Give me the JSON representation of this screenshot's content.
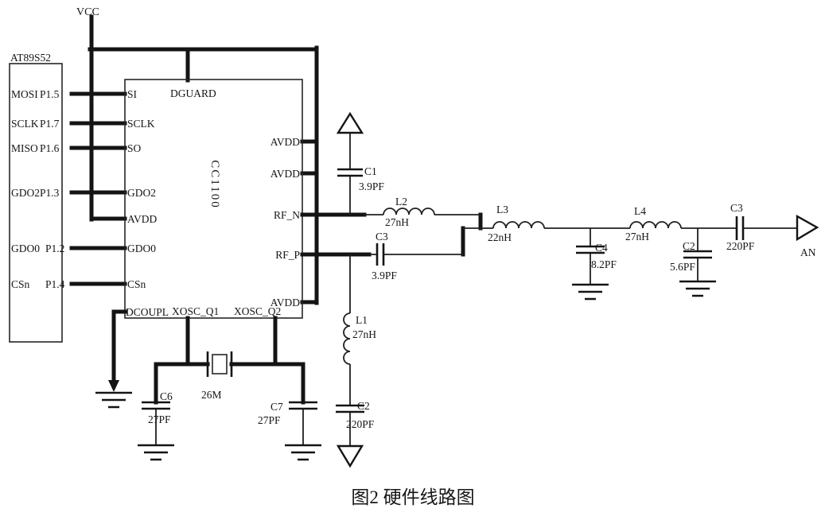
{
  "caption": "图2 硬件线路图",
  "power": {
    "vcc_label": "VCC"
  },
  "mcu": {
    "title": "AT89S52",
    "pins": [
      {
        "name": "MOSI",
        "port": "P1.5"
      },
      {
        "name": "SCLK",
        "port": "P1.7"
      },
      {
        "name": "MISO",
        "port": "P1.6"
      },
      {
        "name": "GDO2",
        "port": "P1.3"
      },
      {
        "name": "GDO0",
        "port": "P1.2"
      },
      {
        "name": "CSn",
        "port": "P1.4"
      }
    ]
  },
  "rf_ic": {
    "title": "CC1100",
    "left_pins": {
      "si": "SI",
      "sclk": "SCLK",
      "so": "SO",
      "gdo2": "GDO2",
      "avdd": "AVDD",
      "gdo0": "GDO0",
      "csn": "CSn",
      "dcoupl": "DCOUPL"
    },
    "top_pins": {
      "dguard": "DGUARD"
    },
    "right_pins": {
      "avdd1": "AVDD",
      "avdd2": "AVDD",
      "rf_n": "RF_N",
      "rf_p": "RF_P",
      "avdd3": "AVDD"
    },
    "bottom_pins": {
      "xosc_q1": "XOSC_Q1",
      "xosc_q2": "XOSC_Q2"
    }
  },
  "components": {
    "c1": {
      "ref": "C1",
      "value": "3.9PF"
    },
    "c3_match": {
      "ref": "C3",
      "value": "3.9PF"
    },
    "l1": {
      "ref": "L1",
      "value": "27nH"
    },
    "l2": {
      "ref": "L2",
      "value": "27nH"
    },
    "l3": {
      "ref": "L3",
      "value": "22nH"
    },
    "l4": {
      "ref": "L4",
      "value": "27nH"
    },
    "c4": {
      "ref": "C4",
      "value": "8.2PF"
    },
    "c5": {
      "ref": "C2",
      "value": "5.6PF"
    },
    "c_ant": {
      "ref": "C3",
      "value": "220PF"
    },
    "c2": {
      "ref": "C2",
      "value": "220PF"
    },
    "crystal": {
      "ref": "26M"
    },
    "c6": {
      "ref": "C6",
      "value": "27PF"
    },
    "c7": {
      "ref": "C7",
      "value": "27PF"
    }
  },
  "antenna": {
    "label": "AN"
  }
}
